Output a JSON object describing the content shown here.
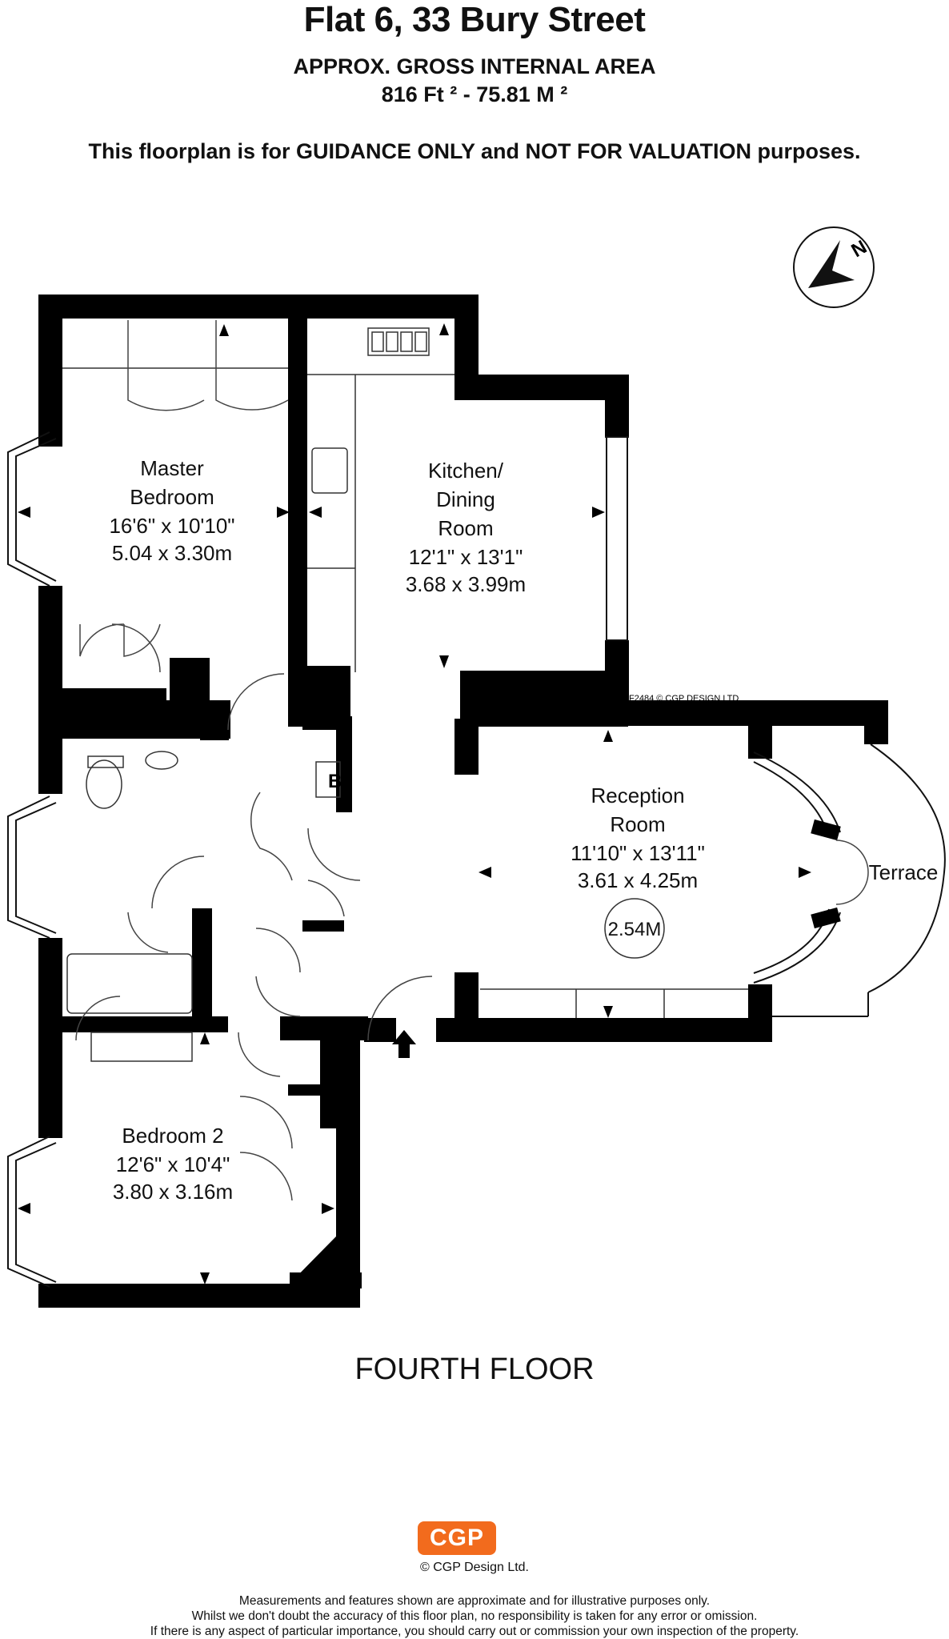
{
  "header": {
    "title": "Flat 6, 33 Bury Street",
    "area_label": "APPROX. GROSS INTERNAL  AREA",
    "area_value": "816 Ft ² - 75.81 M ²",
    "disclaimer": "This floorplan is for GUIDANCE ONLY and NOT FOR VALUATION purposes."
  },
  "rooms": {
    "master": {
      "name1": "Master",
      "name2": "Bedroom",
      "imperial": "16'6\" x 10'10\"",
      "metric": "5.04 x 3.30m"
    },
    "kitchen": {
      "name1": "Kitchen/",
      "name2": "Dining",
      "name3": "Room",
      "imperial": "12'1\" x 13'1\"",
      "metric": "3.68 x 3.99m"
    },
    "reception": {
      "name1": "Reception",
      "name2": "Room",
      "imperial": "11'10\" x 13'11\"",
      "metric": "3.61 x 4.25m",
      "ceiling": "2.54M"
    },
    "bedroom2": {
      "name": "Bedroom 2",
      "imperial": "12'6\" x 10'4\"",
      "metric": "3.80 x 3.16m"
    },
    "terrace": "Terrace",
    "boiler": "B"
  },
  "plan_ref": "F2484 © CGP DESIGN LTD",
  "floor_label": "FOURTH FLOOR",
  "compass": "N",
  "footer": {
    "logo": "CGP",
    "copyright": "© CGP Design Ltd.",
    "line1": "Measurements and features shown are approximate and for illustrative purposes only.",
    "line2": "Whilst we don't doubt the accuracy of this floor plan, no responsibility is taken for any error or omission.",
    "line3": "If there is any aspect of particular importance, you should carry out or commission your own inspection of the property."
  },
  "colors": {
    "wall": "#000000",
    "logo": "#f26b1d"
  }
}
